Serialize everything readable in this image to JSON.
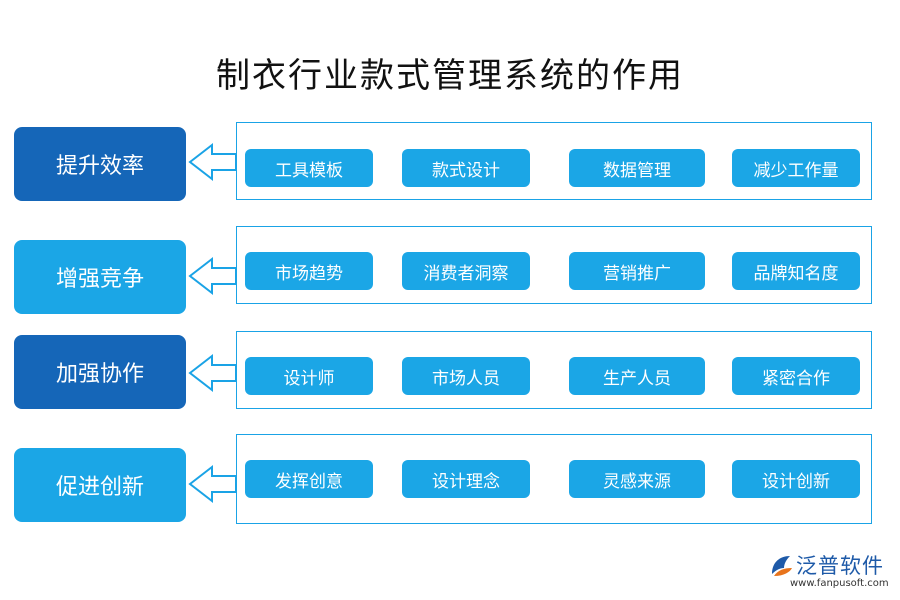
{
  "title": "制衣行业款式管理系统的作用",
  "colors": {
    "dark_blue": "#1566b8",
    "light_blue": "#1ba6e6",
    "border": "#1aa3e6"
  },
  "rows": [
    {
      "label": "提升效率",
      "items": [
        "工具模板",
        "款式设计",
        "数据管理",
        "减少工作量"
      ]
    },
    {
      "label": "增强竞争",
      "items": [
        "市场趋势",
        "消费者洞察",
        "营销推广",
        "品牌知名度"
      ]
    },
    {
      "label": "加强协作",
      "items": [
        "设计师",
        "市场人员",
        "生产人员",
        "紧密合作"
      ]
    },
    {
      "label": "促进创新",
      "items": [
        "发挥创意",
        "设计理念",
        "灵感来源",
        "设计创新"
      ]
    }
  ],
  "logo": {
    "name": "泛普软件",
    "url": "www.fanpusoft.com",
    "icon": "fanpu-logo-icon"
  }
}
